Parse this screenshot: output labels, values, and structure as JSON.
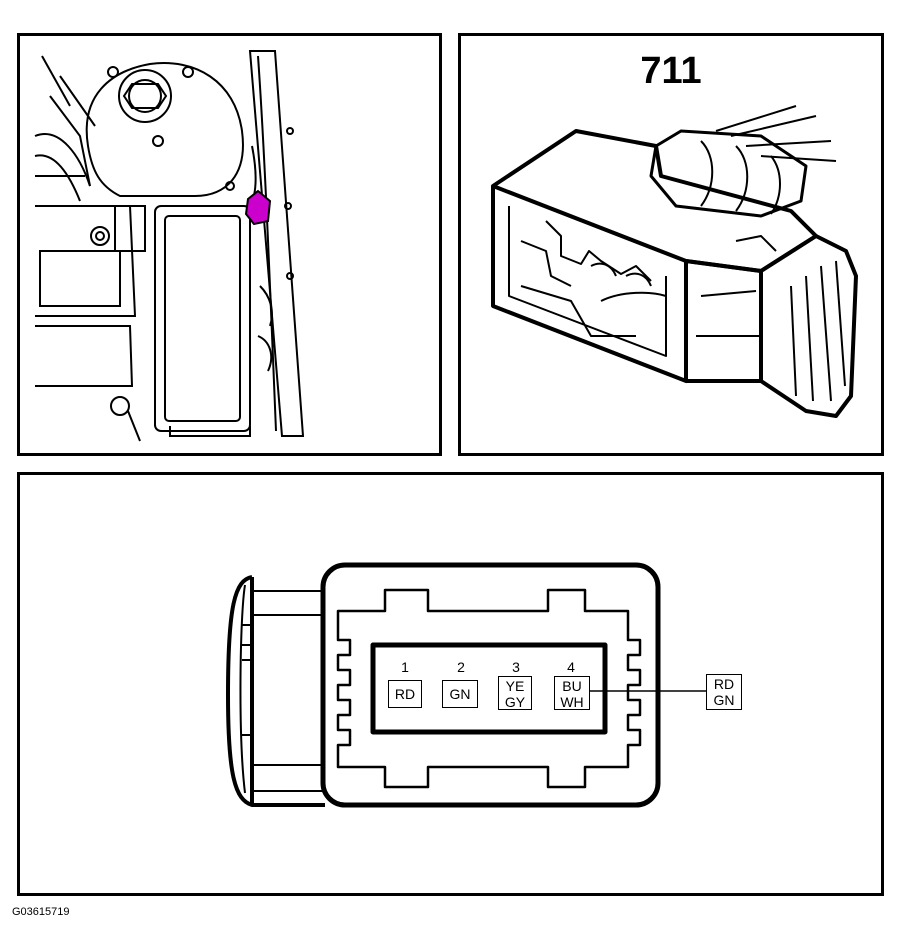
{
  "connector": {
    "number": "711",
    "highlight_color": "#cc00cc"
  },
  "pins": [
    {
      "number": "1",
      "colors": [
        "RD"
      ]
    },
    {
      "number": "2",
      "colors": [
        "GN"
      ]
    },
    {
      "number": "3",
      "colors": [
        "YE",
        "GY"
      ]
    },
    {
      "number": "4",
      "colors": [
        "BU",
        "WH"
      ]
    }
  ],
  "splice": {
    "colors": [
      "RD",
      "GN"
    ]
  },
  "figure_code": "G03615719"
}
